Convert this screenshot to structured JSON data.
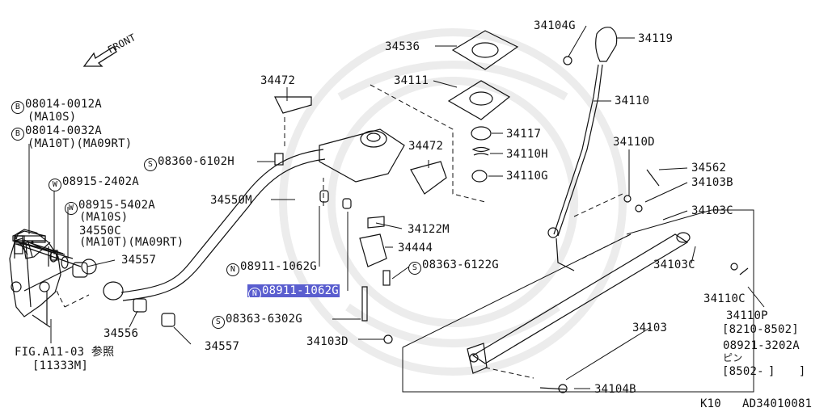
{
  "direction": {
    "label": "FRONT"
  },
  "parts": {
    "p34104G": "34104G",
    "p34119": "34119",
    "p34536": "34536",
    "p34111": "34111",
    "p34110": "34110",
    "p34472a": "34472",
    "p34472b": "34472",
    "p34117": "34117",
    "p34110H": "34110H",
    "p34110G": "34110G",
    "p34110D": "34110D",
    "p34562": "34562",
    "p34103B": "34103B",
    "p34103Ca": "34103C",
    "p34103Cb": "34103C",
    "p34122M": "34122M",
    "p34444": "34444",
    "p34550M": "34550M",
    "p34557a": "34557",
    "p34557b": "34557",
    "p34556": "34556",
    "p34103": "34103",
    "p34103D": "34103D",
    "p34104B": "34104B",
    "p34110C": "34110C",
    "p34110P": "34110P"
  },
  "fasteners": {
    "b1_code": "B",
    "b1": "08014-0012A",
    "b1_note": "(MA10S)",
    "b2_code": "B",
    "b2": "08014-0032A",
    "b2_note": "(MA10T)(MA09RT)",
    "s1_code": "S",
    "s1": "08360-6102H",
    "w1_code": "W",
    "w1": "08915-2402A",
    "w2_code": "W",
    "w2": "08915-5402A",
    "w2_note": "(MA10S)",
    "c1": "34550C",
    "c1_note": "(MA10T)(MA09RT)",
    "n1_code": "N",
    "n1": "08911-1062G",
    "n2_code": "N",
    "n2": "08911-1062G",
    "s2_code": "S",
    "s2": "08363-6122G",
    "s3_code": "S",
    "s3": "08363-6302G"
  },
  "notes": {
    "fig_ref": "FIG.A11-03 参照",
    "fig_code": "[11333M]",
    "p34110P_range": "[8210-8502]",
    "pin_part": "08921-3202A",
    "pin_label": "ピン",
    "pin_range": "[8502-     ]"
  },
  "footer": {
    "model": "K10",
    "code": "AD34010081"
  }
}
